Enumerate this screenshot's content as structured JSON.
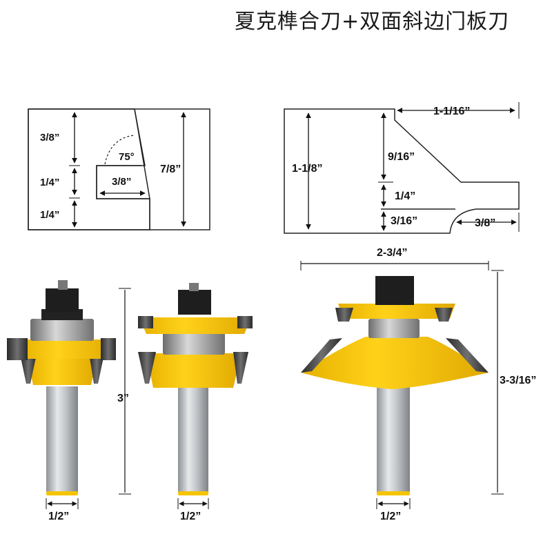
{
  "title": "夏克榫合刀+双面斜边门板刀",
  "diagram_left": {
    "top_height": "3/8”",
    "mid_height": "1/4”",
    "bottom_height": "1/4”",
    "groove_depth": "3/8”",
    "angle": "75°",
    "total_height": "7/8”"
  },
  "diagram_right": {
    "top_width": "1-1/16”",
    "bevel_height": "9/16”",
    "total_height": "1-1/8”",
    "tongue_height": "1/4”",
    "bottom_height": "3/16”",
    "cove_width": "3/8”"
  },
  "bits": {
    "rail_shank": "1/2”",
    "stile_shank": "1/2”",
    "panel_shank": "1/2”",
    "rail_stile_height": "3”",
    "panel_diameter": "2-3/4”",
    "panel_height": "3-3/16”"
  },
  "colors": {
    "body": "#F5C400",
    "body_dark": "#D9A500",
    "carbide": "#3a3a3a",
    "shank": "#b8bcc0",
    "nut": "#1e1e1e"
  }
}
